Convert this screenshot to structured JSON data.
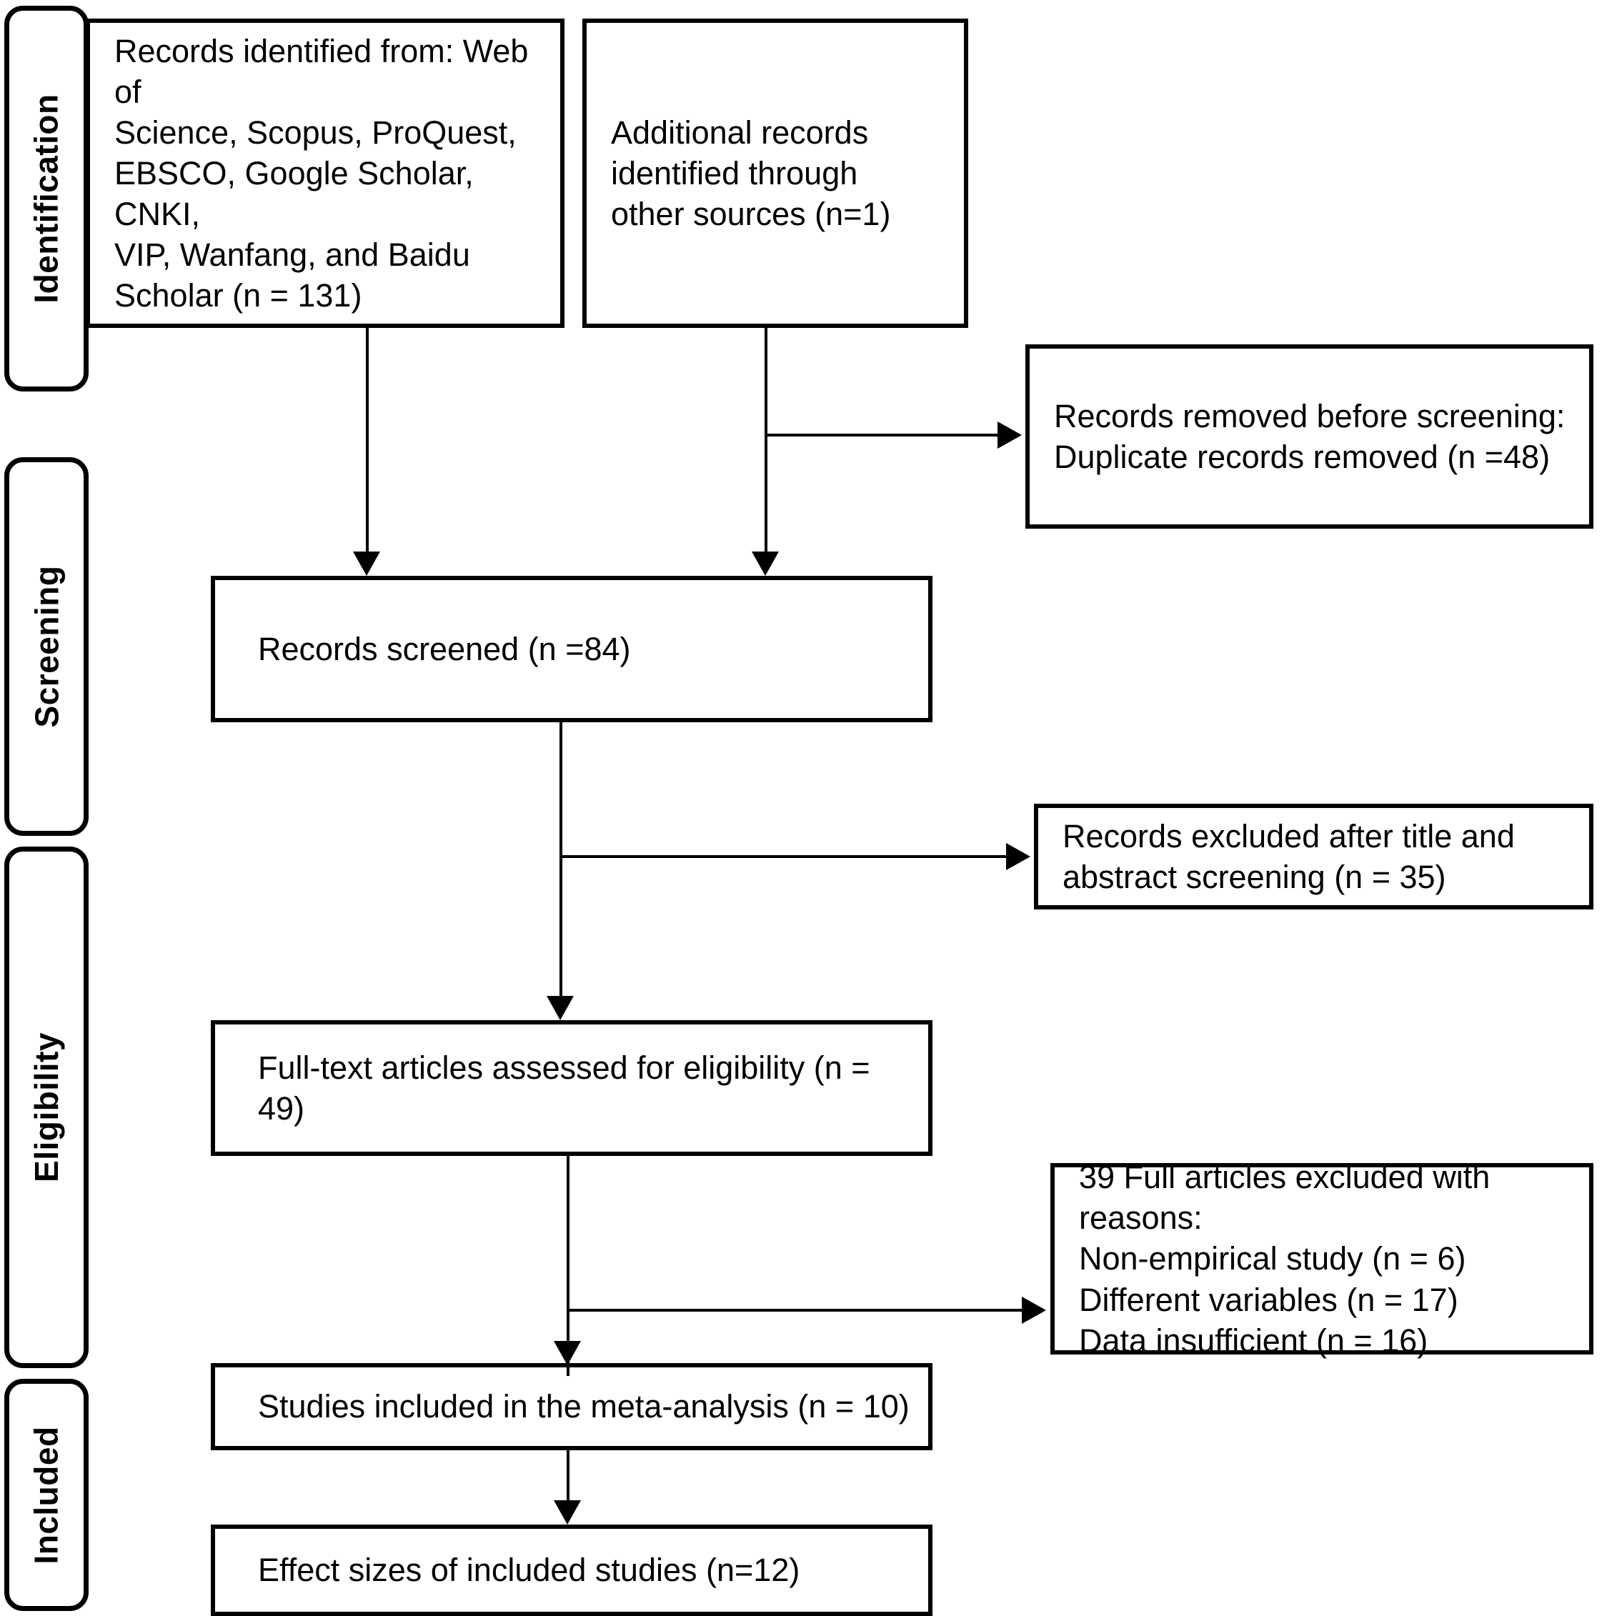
{
  "diagram": {
    "title": "PRISMA Flow Diagram",
    "type": "flowchart",
    "stages": [
      {
        "id": "identification",
        "label": "Identification"
      },
      {
        "id": "screening",
        "label": "Screening"
      },
      {
        "id": "eligibility",
        "label": "Eligibility"
      },
      {
        "id": "included",
        "label": "Included"
      }
    ],
    "boxes": {
      "records_identified": {
        "text": "Records identified from: Web of\nScience, Scopus, ProQuest,\nEBSCO, Google Scholar, CNKI,\nVIP, Wanfang, and Baidu\nScholar  (n = 131)",
        "n": 131
      },
      "additional_records": {
        "text": "Additional records\nidentified through\nother sources (n=1)",
        "n": 1
      },
      "records_removed": {
        "text": "Records removed before screening:\nDuplicate records removed (n =48)",
        "n": 48
      },
      "records_screened": {
        "text": "Records screened (n =84)",
        "n": 84
      },
      "records_excluded": {
        "text": "Records excluded after title and\nabstract screening (n = 35)",
        "n": 35
      },
      "full_text_assessed": {
        "text": "Full-text articles assessed for eligibility (n = 49)",
        "n": 49
      },
      "full_excluded_reasons": {
        "text": "39 Full articles excluded with\nreasons:\nNon-empirical study (n = 6)\nDifferent variables (n = 17)\nData insufficient (n = 16)",
        "n": 39,
        "reasons": [
          {
            "label": "Non-empirical study",
            "n": 6
          },
          {
            "label": "Different variables",
            "n": 17
          },
          {
            "label": "Data insufficient",
            "n": 16
          }
        ]
      },
      "studies_included": {
        "text": "Studies included in the meta-analysis (n = 10)",
        "n": 10
      },
      "effect_sizes": {
        "text": "Effect sizes of included studies (n=12)",
        "n": 12
      }
    },
    "colors": {
      "line": "#000000",
      "box_fill": "#ffffff",
      "text": "#000000",
      "background": "#ffffff"
    }
  }
}
